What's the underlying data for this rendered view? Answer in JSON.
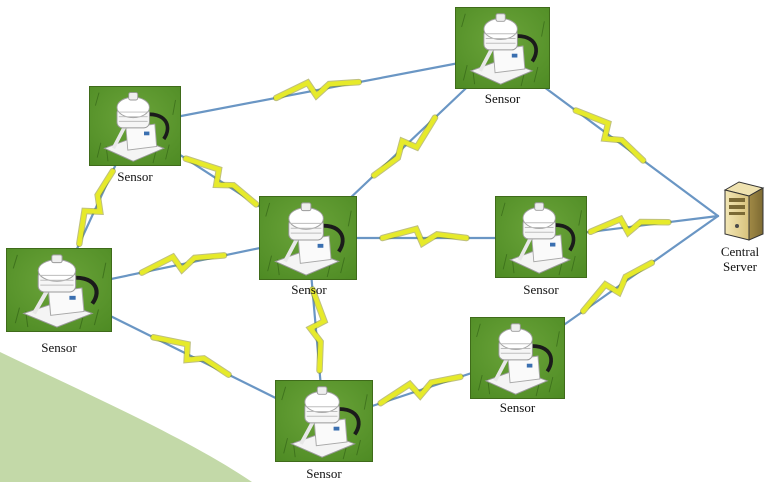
{
  "sensors": [
    {
      "id": "s1",
      "label": "Sensor"
    },
    {
      "id": "s2",
      "label": "Sensor"
    },
    {
      "id": "s3",
      "label": "Sensor"
    },
    {
      "id": "s4",
      "label": "Sensor"
    },
    {
      "id": "s5",
      "label": "Sensor"
    },
    {
      "id": "s6",
      "label": "Sensor"
    },
    {
      "id": "s7",
      "label": "Sensor"
    }
  ],
  "server": {
    "line1": "Central",
    "line2": "Server",
    "icon": "server-tower-icon"
  },
  "links": [
    [
      "s1",
      "s2"
    ],
    [
      "s1",
      "s4"
    ],
    [
      "s2",
      "s4"
    ],
    [
      "s2",
      "server"
    ],
    [
      "s3",
      "s4"
    ],
    [
      "s3",
      "s1"
    ],
    [
      "s3",
      "s6"
    ],
    [
      "s4",
      "s5"
    ],
    [
      "s4",
      "s6"
    ],
    [
      "s5",
      "server"
    ],
    [
      "s6",
      "s7"
    ],
    [
      "s7",
      "server"
    ]
  ],
  "colors": {
    "wireless": "#e6ea2a",
    "wire": "#6a96c4",
    "grass": "#4d8a23",
    "wedge": "#c3d9a8"
  }
}
